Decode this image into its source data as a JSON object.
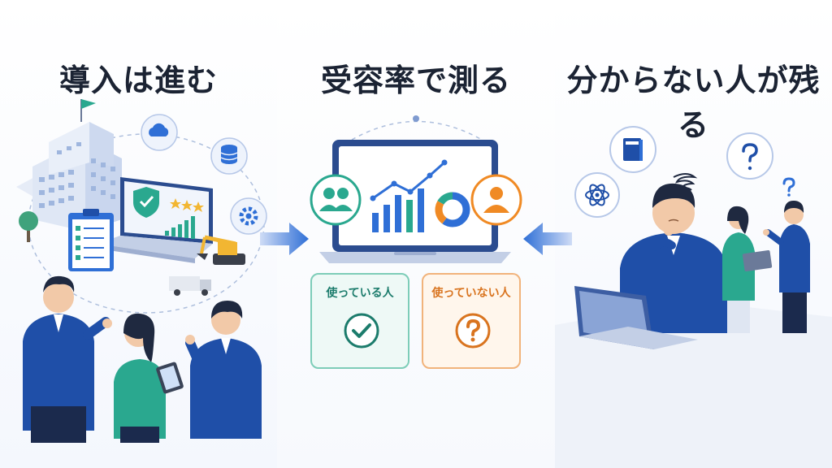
{
  "panels": {
    "left": {
      "title": "導入は進む"
    },
    "middle": {
      "title": "受容率で測る",
      "cards": {
        "using": {
          "label": "使っている人"
        },
        "not_using": {
          "label": "使っていない人"
        }
      }
    },
    "right": {
      "title": "分からない人が残る"
    }
  },
  "icons": [
    "flag-icon",
    "cloud-icon",
    "database-icon",
    "gear-icon",
    "shield-check-icon",
    "star-icon",
    "clipboard-icon",
    "excavator-icon",
    "truck-icon",
    "tablet-icon",
    "users-icon",
    "person-icon",
    "bar-chart-icon",
    "line-chart-icon",
    "donut-chart-icon",
    "check-icon",
    "question-icon",
    "book-icon",
    "atom-icon",
    "confused-scribble-icon",
    "laptop-icon",
    "arrow-right-icon",
    "arrow-left-icon"
  ],
  "colors": {
    "navy": "#1f4fa8",
    "blue": "#2f6fd6",
    "teal": "#2aa88f",
    "orange": "#f08a24",
    "text": "#1b2333",
    "line": "#aebfdd"
  }
}
